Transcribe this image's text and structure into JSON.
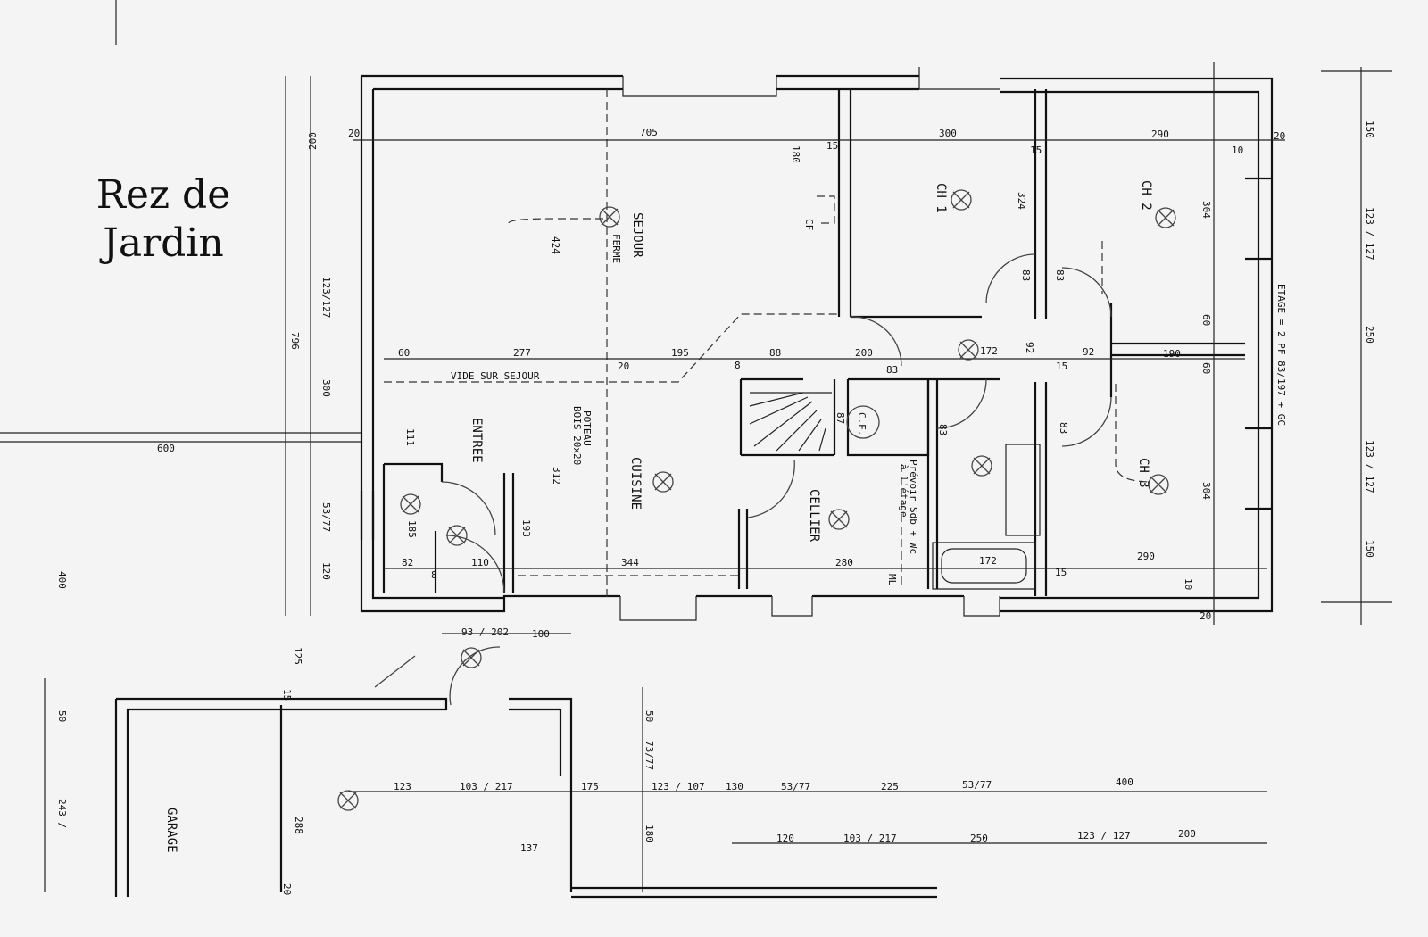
{
  "title": {
    "line1": "Rez de",
    "line2": "Jardin"
  },
  "rooms": {
    "sejour": "SEJOUR",
    "ferme": "FERME",
    "ch1": "CH 1",
    "ch2": "CH 2",
    "ch3": "CH 3",
    "entree": "ENTREE",
    "cuisine": "CUISINE",
    "cellier": "CELLIER",
    "garage": "GARAGE",
    "ce": "C.E.",
    "cf": "CF"
  },
  "notes": {
    "vide": "VIDE SUR SEJOUR",
    "poteau1": "POTEAU",
    "poteau2": "BOIS 20x20",
    "prevoir1": "Prévoir Sdb + Wc",
    "prevoir2": "à l'étage",
    "etage": "ETAGE = 2 PF 83/197 + GC"
  },
  "dimensions": [
    "20",
    "705",
    "15",
    "300",
    "15",
    "290",
    "10",
    "20",
    "180",
    "424",
    "324",
    "304",
    "83",
    "83",
    "60",
    "277",
    "20",
    "195",
    "88",
    "200",
    "83",
    "172",
    "92",
    "15",
    "92",
    "190",
    "60",
    "60",
    "8",
    "111",
    "312",
    "87",
    "83",
    "83",
    "185",
    "193",
    "82",
    "110",
    "344",
    "280",
    "ML",
    "172",
    "15",
    "290",
    "304",
    "10",
    "20",
    "8"
  ],
  "left_dims": [
    "200",
    "123/127",
    "796",
    "300",
    "600",
    "53/77",
    "120",
    "400",
    "125",
    "15",
    "50",
    "243 /",
    "288",
    "20"
  ],
  "right_dims": [
    "150",
    "123 / 127",
    "250",
    "123 / 127",
    "150"
  ],
  "bottom_dims": [
    "93 / 202",
    "100",
    "50",
    "73/77",
    "123",
    "103 / 217",
    "175",
    "123 / 107",
    "130",
    "53/77",
    "225",
    "53/77",
    "400",
    "180",
    "120",
    "103 / 217",
    "250",
    "123 / 127",
    "200",
    "137"
  ]
}
